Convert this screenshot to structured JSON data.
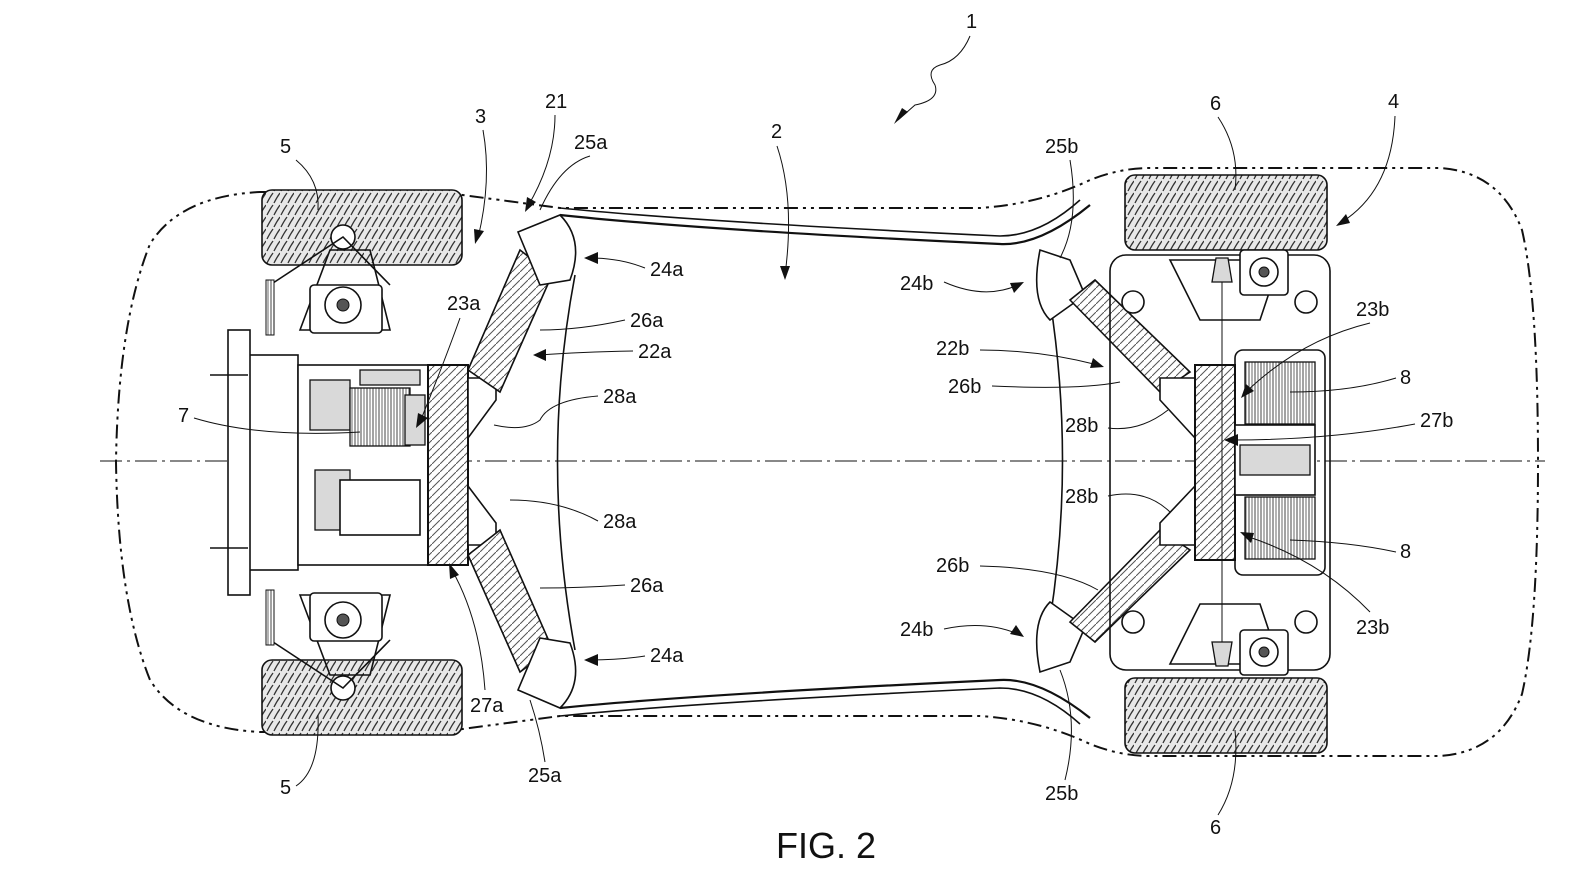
{
  "figure": {
    "caption": "FIG. 2"
  },
  "labels": {
    "vehicle": "1",
    "frame": "2",
    "front_section": "3",
    "rear_section": "4",
    "front_wheels": "5",
    "rear_wheels": "6",
    "front_motor": "7",
    "rear_motor": "8",
    "structure_21": "21",
    "crash_22a": "22a",
    "crash_22b": "22b",
    "plate_23a": "23a",
    "plate_23b": "23b",
    "node_24a": "24a",
    "node_24b": "24b",
    "joint_25a": "25a",
    "joint_25b": "25b",
    "strut_26a": "26a",
    "strut_26b": "26b",
    "crossmember_27a": "27a",
    "crossmember_27b": "27b",
    "bracket_28a": "28a",
    "bracket_28b": "28b"
  }
}
